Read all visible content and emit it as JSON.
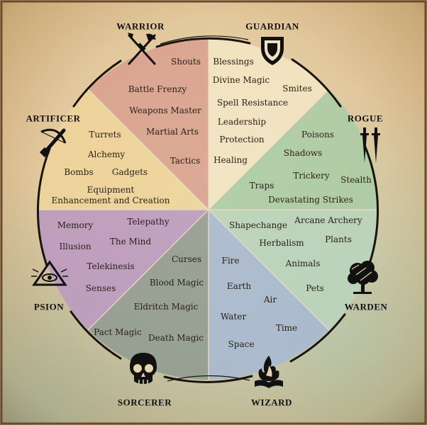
{
  "classes": {
    "warrior": "WARRIOR",
    "guardian": "GUARDIAN",
    "rogue": "ROGUE",
    "warden": "WARDEN",
    "wizard": "WIZARD",
    "sorcerer": "SORCERER",
    "psion": "PSION",
    "artificer": "ARTIFICER"
  },
  "segments": {
    "warrior": [
      "Shouts",
      "Battle Frenzy",
      "Weapons Master",
      "Martial Arts",
      "Tactics"
    ],
    "guardian": [
      "Blessings",
      "Divine Magic",
      "Smites",
      "Spell Resistance",
      "Leadership",
      "Protection",
      "Healing"
    ],
    "rogue": [
      "Poisons",
      "Shadows",
      "Trickery",
      "Stealth",
      "Traps",
      "Devastating Strikes"
    ],
    "warden": [
      "Shapechange",
      "Arcane Archery",
      "Herbalism",
      "Plants",
      "Animals",
      "Pets"
    ],
    "wizard": [
      "Fire",
      "Earth",
      "Air",
      "Water",
      "Time",
      "Space"
    ],
    "sorcerer": [
      "Curses",
      "Blood Magic",
      "Eldritch Magic",
      "Pact Magic",
      "Death Magic"
    ],
    "psion": [
      "Memory",
      "Telepathy",
      "Illusion",
      "The Mind",
      "Telekinesis",
      "Senses"
    ],
    "artificer": [
      "Turrets",
      "Alchemy",
      "Bombs",
      "Gadgets",
      "Equipment",
      "Enhancement and Creation"
    ]
  },
  "colors": {
    "warrior": "#d8a08e",
    "guardian": "#f3e6c5",
    "rogue": "#a9cda6",
    "warden": "#b8d5bd",
    "wizard": "#a7b8d3",
    "sorcerer": "#8e9a90",
    "psion": "#bb98c2",
    "artificer": "#efd59a",
    "ring": "#1a1410"
  },
  "icons": {
    "warrior": "crossed-axe-sword-icon",
    "guardian": "shield-icon",
    "rogue": "twin-daggers-icon",
    "warden": "tree-icon",
    "wizard": "flaming-book-icon",
    "sorcerer": "skull-icon",
    "psion": "all-seeing-eye-icon",
    "artificer": "crossbow-icon"
  }
}
